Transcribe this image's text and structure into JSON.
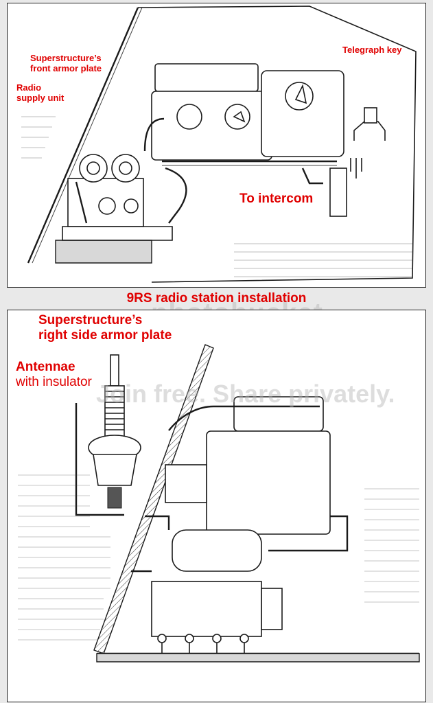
{
  "top_figure": {
    "labels": {
      "front_armor_plate": [
        "Superstructure’s",
        "front armor plate"
      ],
      "radio_supply_unit": [
        "Radio",
        "supply unit"
      ],
      "telegraph_key": "Telegraph key",
      "to_intercom": "To intercom"
    }
  },
  "caption": "9RS radio station installation",
  "bottom_figure": {
    "labels": {
      "right_side_armor_plate": [
        "Superstructure’s",
        "right side armor plate"
      ],
      "antennae_with_insulator": [
        "Antennae",
        "with insulator"
      ]
    }
  },
  "watermark": {
    "logo": "photobucket",
    "slogan": "Join free. Share privately."
  },
  "colors": {
    "label_red": "#e00000",
    "ink": "#1a1a1a",
    "paper": "#ffffff"
  }
}
